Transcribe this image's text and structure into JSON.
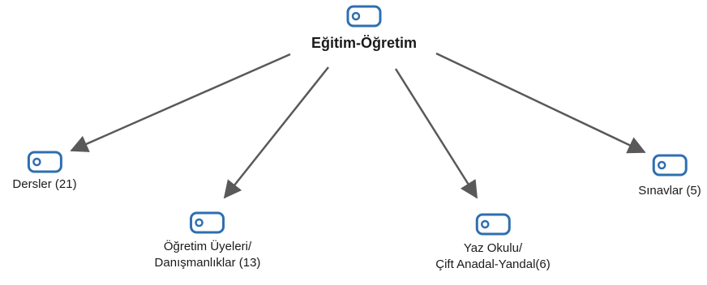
{
  "root": {
    "label": "Eğitim-Öğretim",
    "icon": "tag-icon"
  },
  "children": [
    {
      "id": "dersler",
      "lines": [
        "Dersler (21)"
      ],
      "icon": "tag-icon"
    },
    {
      "id": "ogretim-uyeleri",
      "lines": [
        "Öğretim Üyeleri/",
        "Danışmanlıklar (13)"
      ],
      "icon": "tag-icon"
    },
    {
      "id": "yaz-okulu",
      "lines": [
        "Yaz Okulu/",
        "Çift Anadal-Yandal(6)"
      ],
      "icon": "tag-icon"
    },
    {
      "id": "sinavlar",
      "lines": [
        "Sınavlar (5)"
      ],
      "icon": "tag-icon"
    }
  ],
  "colors": {
    "icon": "#2e6fb0",
    "edge": "#595959"
  }
}
